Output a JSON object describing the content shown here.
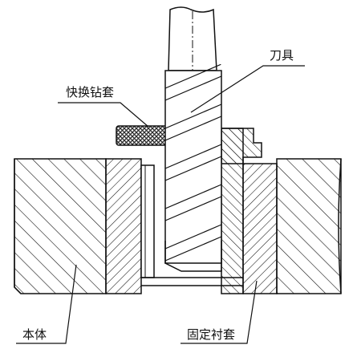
{
  "labels": {
    "tool": "刀具",
    "quick_change_bushing": "快换钻套",
    "body": "本体",
    "fixed_liner": "固定衬套"
  },
  "colors": {
    "line": "#111111",
    "background": "#ffffff",
    "knurl": "#2b2b2b"
  }
}
